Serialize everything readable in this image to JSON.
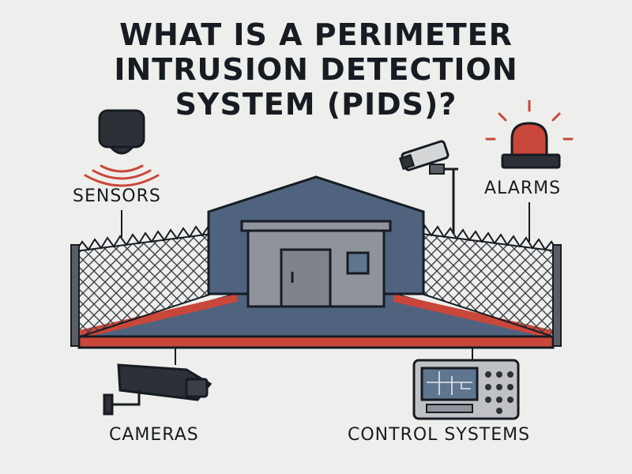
{
  "title": {
    "line1": "WHAT IS A PERIMETER",
    "line2": "INTRUSION DETECTION",
    "line3": "SYSTEM (PIDS)?"
  },
  "labels": {
    "sensors": "SENSORS",
    "alarms": "ALARMS",
    "cameras": "CAMERAS",
    "control_systems": "CONTROL SYSTEMS"
  },
  "colors": {
    "background": "#eeeeec",
    "ink": "#161c22",
    "building_slate": "#4f637f",
    "building_wall": "#8f939b",
    "perimeter_red": "#c9473a",
    "alarm_red": "#c9473a",
    "monitor_screen": "#5e7690"
  },
  "icons": {
    "sensor": "motion-sensor-icon",
    "alarm": "alarm-beacon-icon",
    "security_camera": "security-camera-icon",
    "control_panel": "control-panel-icon"
  }
}
